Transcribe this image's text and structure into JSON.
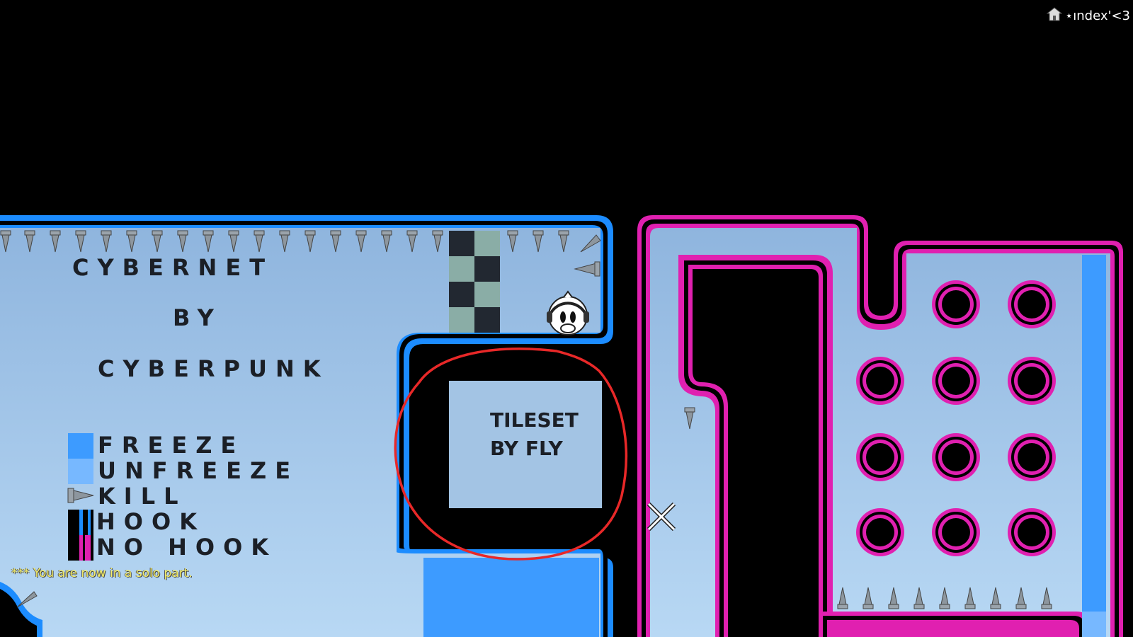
{
  "map_text": {
    "title": "CYBERNET",
    "by": "BY",
    "author": "CYBERPUNK",
    "tileset_line1": "TILESET",
    "tileset_line2": "BY FLY"
  },
  "legend": [
    {
      "label": "FREEZE",
      "icon": "freeze-tile-swatch",
      "color": "#3d9bff"
    },
    {
      "label": "UNFREEZE",
      "icon": "unfreeze-tile-swatch",
      "color": "#77b8ff"
    },
    {
      "label": "KILL",
      "icon": "spike-icon"
    },
    {
      "label": "HOOK",
      "icon": "hook-tile-swatch",
      "color": "#1c8cff"
    },
    {
      "label": "NO  HOOK",
      "icon": "nohook-tile-swatch",
      "color": "#e020b0"
    }
  ],
  "hud": {
    "player_name": "⋆ındex'<3",
    "player_icon": "house-icon"
  },
  "chat": {
    "message": "*** You are now in a solo part."
  },
  "colors": {
    "sky_top": "#93b9e0",
    "sky_bottom": "#b4d5f2",
    "hook_outline": "#1c8cff",
    "nohook_outline": "#e020b0",
    "freeze": "#3d9bff",
    "annotation_circle": "#e82828"
  }
}
